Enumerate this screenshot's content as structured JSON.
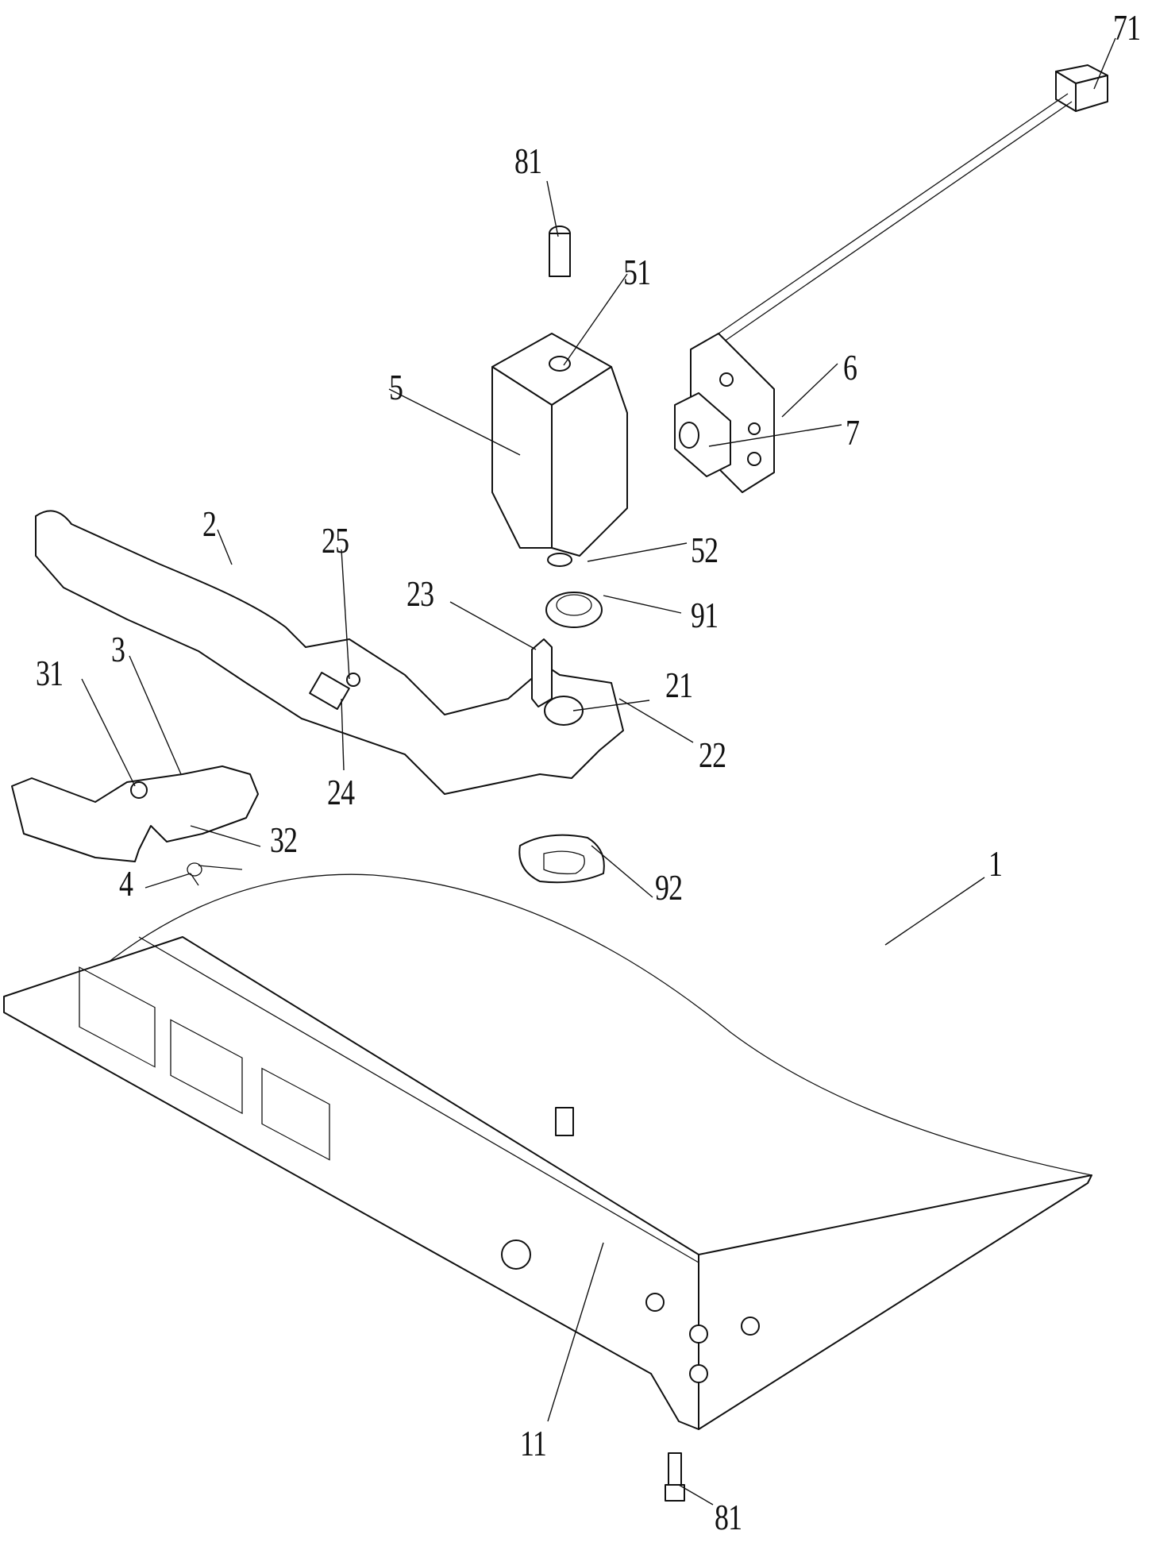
{
  "figure": {
    "type": "exploded-assembly-drawing",
    "labels": [
      {
        "id": "71",
        "text": "71"
      },
      {
        "id": "81-top",
        "text": "81"
      },
      {
        "id": "51",
        "text": "51"
      },
      {
        "id": "5",
        "text": "5"
      },
      {
        "id": "6",
        "text": "6"
      },
      {
        "id": "7",
        "text": "7"
      },
      {
        "id": "2",
        "text": "2"
      },
      {
        "id": "25",
        "text": "25"
      },
      {
        "id": "52",
        "text": "52"
      },
      {
        "id": "23",
        "text": "23"
      },
      {
        "id": "91",
        "text": "91"
      },
      {
        "id": "21",
        "text": "21"
      },
      {
        "id": "3",
        "text": "3"
      },
      {
        "id": "31",
        "text": "31"
      },
      {
        "id": "24",
        "text": "24"
      },
      {
        "id": "22",
        "text": "22"
      },
      {
        "id": "32",
        "text": "32"
      },
      {
        "id": "4",
        "text": "4"
      },
      {
        "id": "92",
        "text": "92"
      },
      {
        "id": "1",
        "text": "1"
      },
      {
        "id": "11",
        "text": "11"
      },
      {
        "id": "81-bottom",
        "text": "81"
      }
    ]
  }
}
